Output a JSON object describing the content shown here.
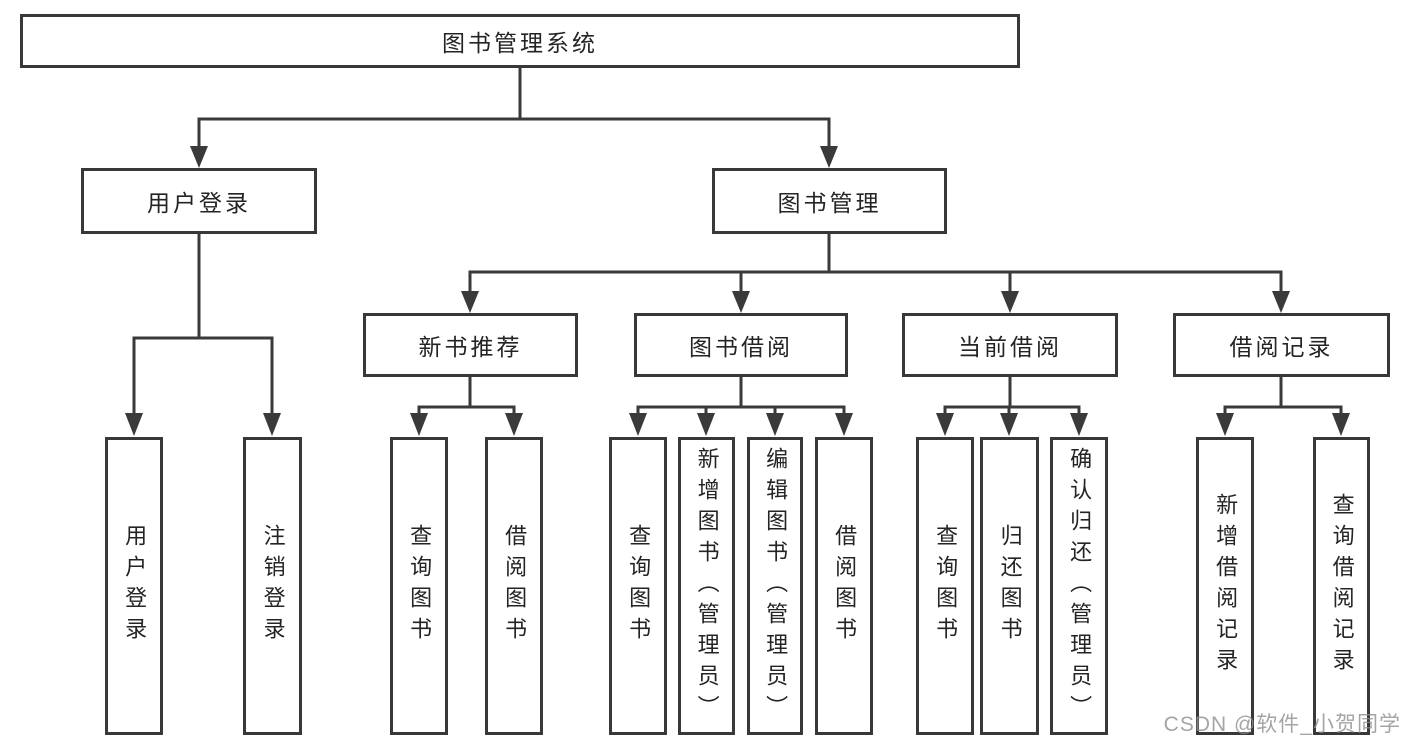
{
  "tree": {
    "root": {
      "label": "图书管理系统"
    },
    "children": [
      {
        "label": "用户登录",
        "children": [
          {
            "label": "用户登录"
          },
          {
            "label": "注销登录"
          }
        ]
      },
      {
        "label": "图书管理",
        "children": [
          {
            "label": "新书推荐",
            "children": [
              {
                "label": "查询图书"
              },
              {
                "label": "借阅图书"
              }
            ]
          },
          {
            "label": "图书借阅",
            "children": [
              {
                "label": "查询图书"
              },
              {
                "label": "新增图书（管理员）"
              },
              {
                "label": "编辑图书（管理员）"
              },
              {
                "label": "借阅图书"
              }
            ]
          },
          {
            "label": "当前借阅",
            "children": [
              {
                "label": "查询图书"
              },
              {
                "label": "归还图书"
              },
              {
                "label": "确认归还（管理员）"
              }
            ]
          },
          {
            "label": "借阅记录",
            "children": [
              {
                "label": "新增借阅记录"
              },
              {
                "label": "查询借阅记录"
              }
            ]
          }
        ]
      }
    ]
  },
  "watermark": {
    "text": "CSDN @软件_小贺同学"
  },
  "colors": {
    "line": "#3a3a3a",
    "box_border": "#383838",
    "text": "#242424",
    "background": "#ffffff",
    "watermark": "#8f8f8f"
  }
}
